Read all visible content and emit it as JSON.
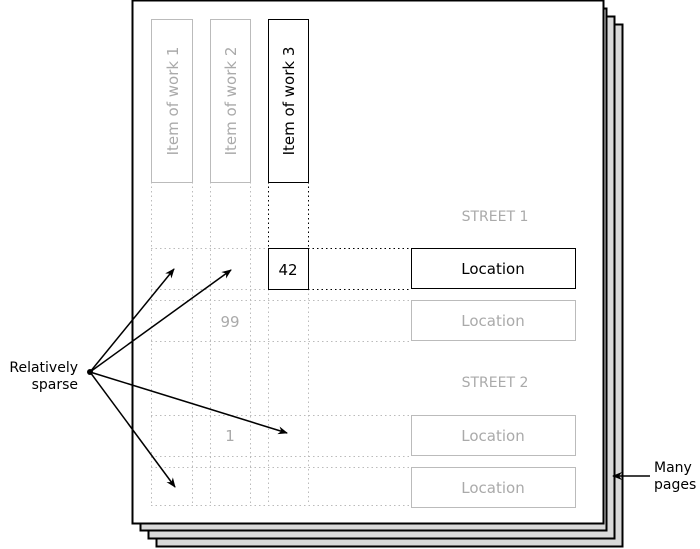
{
  "columns": [
    {
      "label": "Item of work 1",
      "highlighted": false
    },
    {
      "label": "Item of work 2",
      "highlighted": false
    },
    {
      "label": "Item of work 3",
      "highlighted": true
    }
  ],
  "streets": [
    {
      "label": "STREET 1"
    },
    {
      "label": "STREET 2"
    }
  ],
  "rows": [
    {
      "location": "Location",
      "value": "42",
      "value_column": 3,
      "highlighted": true
    },
    {
      "location": "Location",
      "value": "99",
      "value_column": 2,
      "highlighted": false
    },
    {
      "location": "Location",
      "value": "1",
      "value_column": 2,
      "highlighted": false
    },
    {
      "location": "Location",
      "value": "",
      "value_column": null,
      "highlighted": false
    }
  ],
  "annotations": {
    "sparse_line1": "Relatively",
    "sparse_line2": "sparse",
    "pages_line1": "Many",
    "pages_line2": "pages"
  }
}
